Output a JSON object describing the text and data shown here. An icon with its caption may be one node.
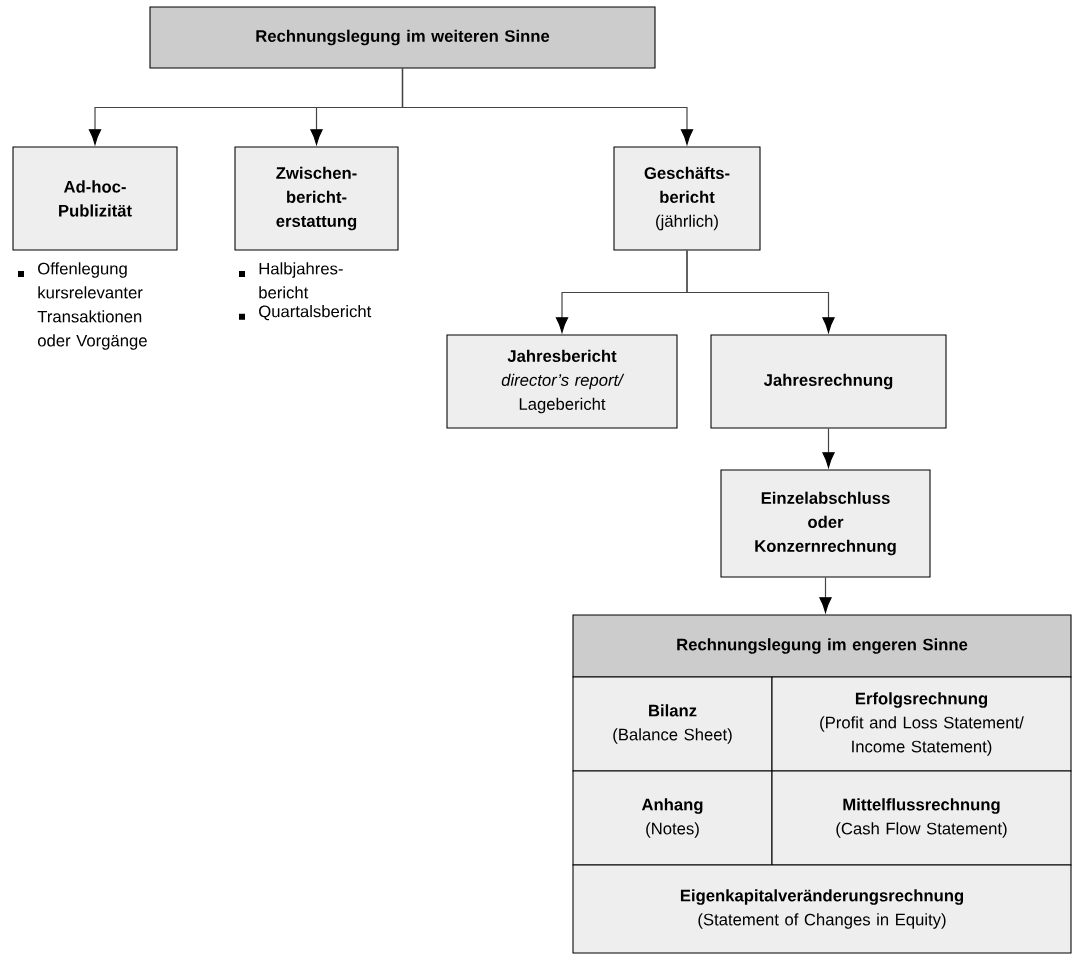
{
  "diagram": {
    "nodes": [
      {
        "text": [
          "Rechnungslegung im weiteren Sinne"
        ]
      },
      {
        "text": [
          "Ad-hoc- Publizität"
        ],
        "beside": [
          "Offenlegung kursrelevanter Transaktionen oder Vorgänge"
        ]
      },
      {
        "text": [
          "Zwischen- bericht- erstattung"
        ],
        "beside": [
          "Halbjahres- bericht",
          "Quartalsbericht"
        ]
      },
      {
        "text": [
          "Geschäfts- bericht",
          "(jährlich)"
        ]
      },
      {
        "text": [
          "Jahresbericht",
          "*director’s report/* Lagebericht"
        ]
      },
      {
        "text": [
          "Jahresrechnung"
        ]
      },
      {
        "text": [
          "Einzelabschluss oder Konzernrechnung"
        ]
      },
      {
        "text": [
          "Rechnungslegung im engeren Sinne"
        ]
      },
      {
        "text": [
          "Bilanz",
          "(Balance Sheet)"
        ]
      },
      {
        "text": [
          "Erfolgsrechnung",
          "(Profit and Loss Statement/ Income Statement)"
        ]
      },
      {
        "text": [
          "Anhang",
          "(Notes)"
        ]
      },
      {
        "text": [
          "Mittelflussrechnung",
          "(Cash Flow Statement)"
        ]
      },
      {
        "text": [
          "Eigenkapitalveränderungsrechnung",
          "(Statement of Changes in Equity)"
        ]
      }
    ],
    "edges": [
      {
        "from": 0,
        "to": 1,
        "arrow": "to"
      },
      {
        "from": 0,
        "to": 2,
        "arrow": "to"
      },
      {
        "from": 0,
        "to": 3,
        "arrow": "to"
      },
      {
        "from": 3,
        "to": 4,
        "arrow": "to"
      },
      {
        "from": 3,
        "to": 5,
        "arrow": "to"
      },
      {
        "from": 5,
        "to": 6,
        "arrow": "to"
      },
      {
        "from": 6,
        "to": 7,
        "arrow": "to"
      }
    ]
  }
}
